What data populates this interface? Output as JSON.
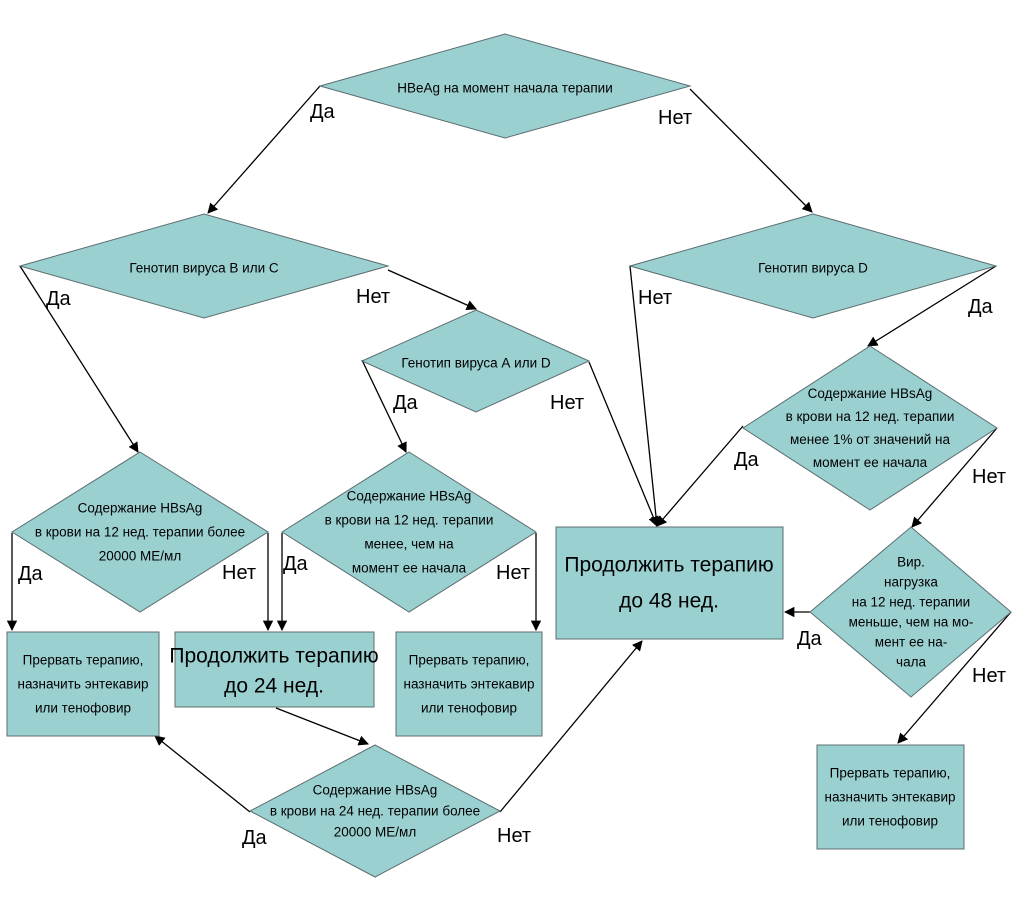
{
  "nodes": {
    "hbeag": {
      "lines": [
        "HBeAg на момент начала терапии"
      ]
    },
    "genotype_bc": {
      "lines": [
        "Генотип вируса B или С"
      ]
    },
    "genotype_d": {
      "lines": [
        "Генотип вируса D"
      ]
    },
    "genotype_ad": {
      "lines": [
        "Генотип вируса А или D"
      ]
    },
    "hbsag_12_20000": {
      "lines": [
        "Содержание HBsAg",
        "в крови на 12 нед. терапии более",
        "20000 МЕ/мл"
      ]
    },
    "hbsag_12_less_start": {
      "lines": [
        "Содержание HBsAg",
        "в крови на 12 нед. терапии",
        "менее, чем на",
        "момент ее начала"
      ]
    },
    "hbsag_12_1pct": {
      "lines": [
        "Содержание HBsAg",
        "в крови на 12 нед. терапии",
        "менее 1% от значений на",
        "момент ее начала"
      ]
    },
    "viral_load": {
      "lines": [
        "Вир.",
        "нагрузка",
        "на 12 нед. терапии",
        "меньше, чем на мо-",
        "мент ее на-",
        "чала"
      ]
    },
    "hbsag_24_20000": {
      "lines": [
        "Содержание HBsAg",
        "в крови на 24 нед. терапии более",
        "20000 МЕ/мл"
      ]
    },
    "stop_left": {
      "lines": [
        "Прервать терапию,",
        "назначить энтекавир",
        "или тенофовир"
      ]
    },
    "continue_24": {
      "lines": [
        "Продолжить терапию",
        "до 24 нед."
      ]
    },
    "stop_middle": {
      "lines": [
        "Прервать терапию,",
        "назначить энтекавир",
        "или тенофовир"
      ]
    },
    "continue_48": {
      "lines": [
        "Продолжить терапию",
        "до 48 нед."
      ]
    },
    "stop_right": {
      "lines": [
        "Прервать терапию,",
        "назначить энтекавир",
        "или тенофовир"
      ]
    }
  },
  "edge_labels": {
    "yes": "Да",
    "no": "Нет"
  },
  "colors": {
    "node_fill": "#9bd0d1",
    "node_border": "#5c6e70",
    "edge": "#000000"
  }
}
